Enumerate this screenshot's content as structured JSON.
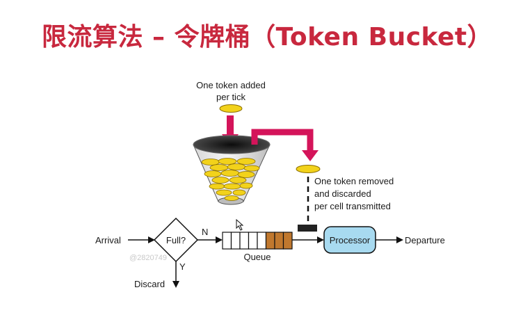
{
  "slide": {
    "title": "限流算法 – 令牌桶（Token Bucket）"
  },
  "diagram": {
    "token_added_line1": "One token added",
    "token_added_line2": "per tick",
    "token_removed_line1": "One token removed",
    "token_removed_line2": "and discarded",
    "token_removed_line3": "per cell transmitted",
    "arrival": "Arrival",
    "decision": "Full?",
    "no_branch": "N",
    "yes_branch": "Y",
    "discard": "Discard",
    "queue": "Queue",
    "processor": "Processor",
    "departure": "Departure",
    "watermark": "@2820749"
  },
  "colors": {
    "title": "#c8283e",
    "token": "#f2d21b",
    "token_outline": "#8a6d00",
    "pink_arrow": "#d4145a",
    "processor_fill": "#a8daf0",
    "queue_filled": "#c0782e"
  }
}
